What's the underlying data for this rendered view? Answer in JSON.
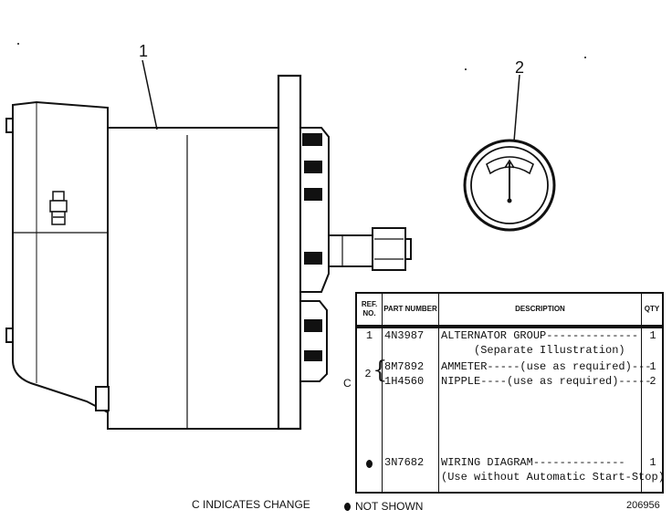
{
  "callouts": {
    "alternator": "1",
    "ammeter": "2"
  },
  "table": {
    "headers": {
      "ref_no": "REF. NO.",
      "part_number": "PART NUMBER",
      "description": "DESCRIPTION",
      "qty": "QTY"
    },
    "rows": [
      {
        "ref": "1",
        "part": "4N3987",
        "desc": "ALTERNATOR GROUP--------------",
        "qty": "1",
        "change": ""
      },
      {
        "ref": "",
        "part": "",
        "desc": "(Separate Illustration)",
        "qty": "",
        "change": ""
      },
      {
        "ref": "2",
        "part": "8M7892",
        "desc": "AMMETER-----(use as required)---",
        "qty": "1",
        "change": ""
      },
      {
        "ref": "",
        "part": "1H4560",
        "desc": "NIPPLE----(use as required)-----",
        "qty": "2",
        "change": "C"
      },
      {
        "ref": "●",
        "part": "3N7682",
        "desc": "WIRING DIAGRAM--------------",
        "qty": "1",
        "change": ""
      },
      {
        "ref": "",
        "part": "",
        "desc": "(Use without Automatic Start-Stop)",
        "qty": "",
        "change": ""
      }
    ]
  },
  "footer": {
    "change_note": "C INDICATES CHANGE",
    "not_shown_note": "NOT SHOWN",
    "figure_number": "206956"
  }
}
